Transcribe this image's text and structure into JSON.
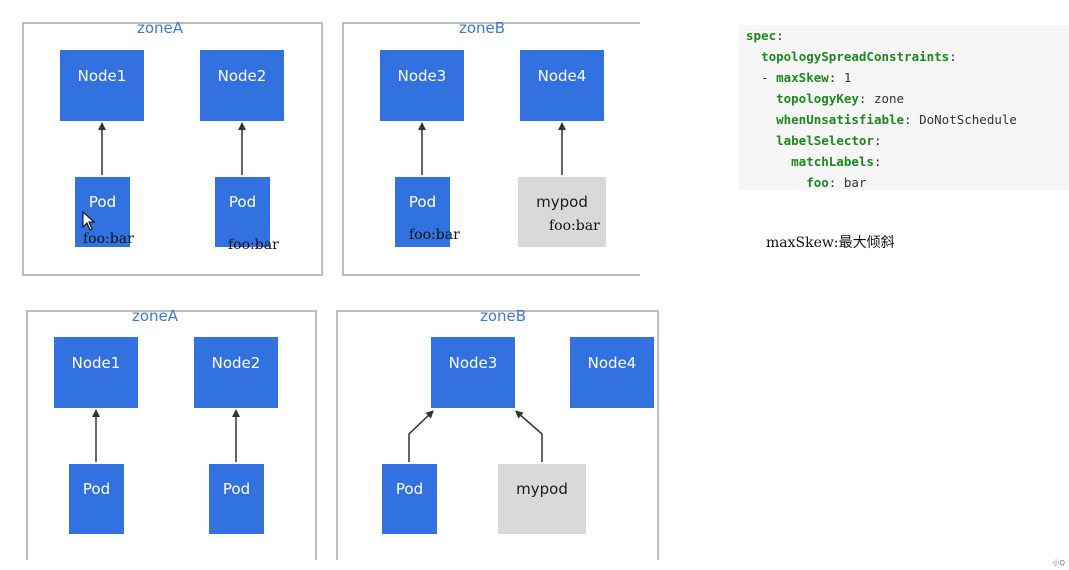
{
  "top": {
    "zoneA": {
      "title": "zoneA",
      "nodes": [
        "Node1",
        "Node2"
      ],
      "pods": [
        "Pod",
        "Pod"
      ],
      "pod_labels": [
        "foo:bar",
        "foo:bar"
      ]
    },
    "zoneB": {
      "title": "zoneB",
      "nodes": [
        "Node3",
        "Node4"
      ],
      "pods": [
        "Pod",
        "mypod"
      ],
      "pod_labels": [
        "foo:bar",
        "foo:bar"
      ]
    }
  },
  "bottom": {
    "zoneA": {
      "title": "zoneA",
      "nodes": [
        "Node1",
        "Node2"
      ],
      "pods": [
        "Pod",
        "Pod"
      ]
    },
    "zoneB": {
      "title": "zoneB",
      "nodes": [
        "Node3",
        "Node4"
      ],
      "pods": [
        "Pod",
        "mypod"
      ]
    }
  },
  "code": {
    "lines": [
      {
        "indent": "",
        "key": "spec",
        "sep": ":",
        "value": ""
      },
      {
        "indent": "  ",
        "key": "topologySpreadConstraints",
        "sep": ":",
        "value": ""
      },
      {
        "indent": "  - ",
        "key": "maxSkew",
        "sep": ":",
        "value": " 1"
      },
      {
        "indent": "    ",
        "key": "topologyKey",
        "sep": ":",
        "value": " zone"
      },
      {
        "indent": "    ",
        "key": "whenUnsatisfiable",
        "sep": ":",
        "value": " DoNotSchedule"
      },
      {
        "indent": "    ",
        "key": "labelSelector",
        "sep": ":",
        "value": ""
      },
      {
        "indent": "      ",
        "key": "matchLabels",
        "sep": ":",
        "value": ""
      },
      {
        "indent": "        ",
        "key": "foo",
        "sep": ":",
        "value": " bar"
      }
    ]
  },
  "note": "maxSkew:最大倾斜",
  "corner_mark": "小Q",
  "colors": {
    "node": "#3271e0",
    "mypod": "#d9d9d9",
    "zone_title": "#3b78d8",
    "code_key": "#1a8a1a"
  }
}
